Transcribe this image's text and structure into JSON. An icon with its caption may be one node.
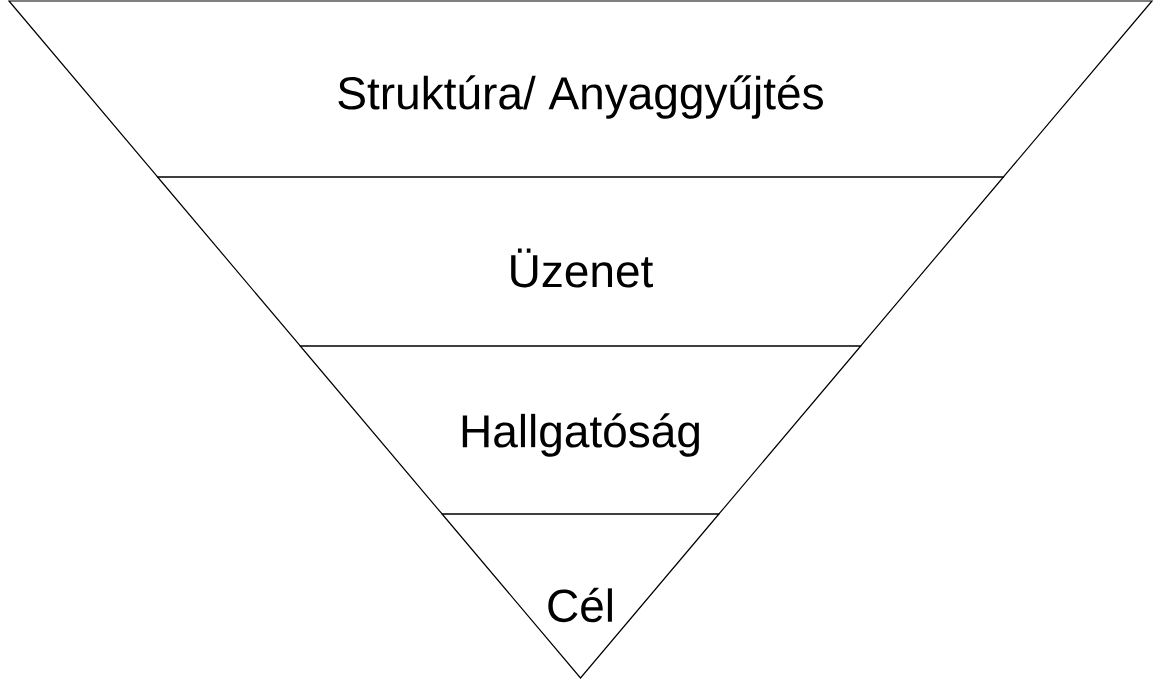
{
  "diagram": {
    "nodes": [
      {
        "text": [
          "Struktúra/ Anyaggyűjtés"
        ]
      },
      {
        "text": [
          "Üzenet"
        ]
      },
      {
        "text": [
          "Hallgatóság"
        ]
      },
      {
        "text": [
          "Cél"
        ]
      }
    ]
  }
}
